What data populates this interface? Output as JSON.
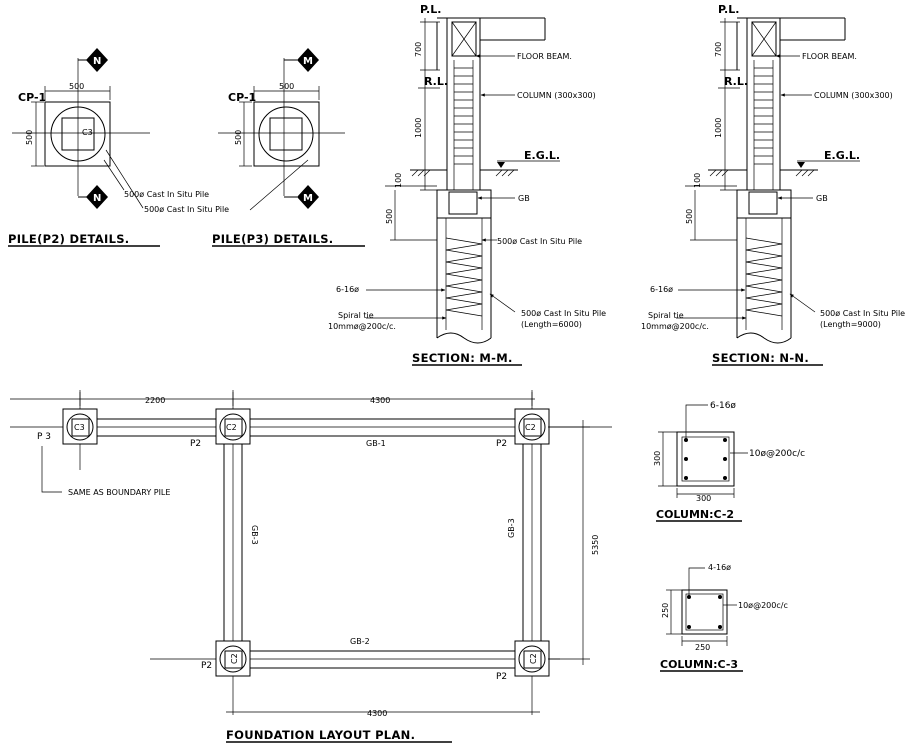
{
  "pile_p2": {
    "title": "PILE(P2)  DETAILS.",
    "cp_label": "CP-1",
    "width_dim": "500",
    "height_dim": "500",
    "cap_label": "C3",
    "section_mark": "N",
    "callout_1": "500ø Cast In Situ Pile",
    "callout_2": "500ø Cast In Situ Pile"
  },
  "pile_p3": {
    "title": "PILE(P3)  DETAILS.",
    "cp_label": "CP-1",
    "width_dim": "500",
    "height_dim": "500",
    "section_mark": "M"
  },
  "section_mm": {
    "title": "SECTION: M-M.",
    "pl": "P.L.",
    "rl": "R.L.",
    "egl": "E.G.L.",
    "floor_beam": "FLOOR BEAM.",
    "column": "COLUMN (300x300)",
    "gb": "GB",
    "pile_top": "500ø Cast In Situ Pile",
    "bars": "6-16ø",
    "spiral_1": "Spiral tie",
    "spiral_2": "10mmø@200c/c.",
    "pile_bottom_1": "500ø Cast In Situ Pile",
    "pile_bottom_2": "(Length=6000)",
    "dim_700": "700",
    "dim_1000": "1000",
    "dim_100": "100",
    "dim_500": "500"
  },
  "section_nn": {
    "title": "SECTION: N-N.",
    "pl": "P.L.",
    "rl": "R.L.",
    "egl": "E.G.L.",
    "floor_beam": "FLOOR BEAM.",
    "column": "COLUMN (300x300)",
    "gb": "GB",
    "bars": "6-16ø",
    "spiral_1": "Spiral tie",
    "spiral_2": "10mmø@200c/c.",
    "pile_bottom_1": "500ø Cast In Situ Pile",
    "pile_bottom_2": "(Length=9000)",
    "dim_700": "700",
    "dim_1000": "1000",
    "dim_100": "100",
    "dim_500": "500"
  },
  "plan": {
    "title": "FOUNDATION LAYOUT PLAN.",
    "dim_2200": "2200",
    "dim_4300_top": "4300",
    "dim_4300_bottom": "4300",
    "dim_5350": "5350",
    "p3": "P 3",
    "p3_note": "SAME AS BOUNDARY PILE",
    "c3": "C3",
    "c2_a": "C2",
    "c2_b": "C2",
    "c2_c": "C2",
    "c2_d": "C2",
    "p2_a": "P2",
    "p2_b": "P2",
    "p2_c": "P2",
    "p2_d": "P2",
    "gb1": "GB-1",
    "gb2": "GB-2",
    "gb3_left": "GB-3",
    "gb3_right": "GB-3"
  },
  "column_c2": {
    "title": "COLUMN:C-2",
    "bars": "6-16ø",
    "ties": "10ø@200c/c",
    "width_dim": "300",
    "height_dim": "300"
  },
  "column_c3": {
    "title": "COLUMN:C-3",
    "bars": "4-16ø",
    "ties": "10ø@200c/c",
    "width_dim": "250",
    "height_dim": "250"
  }
}
